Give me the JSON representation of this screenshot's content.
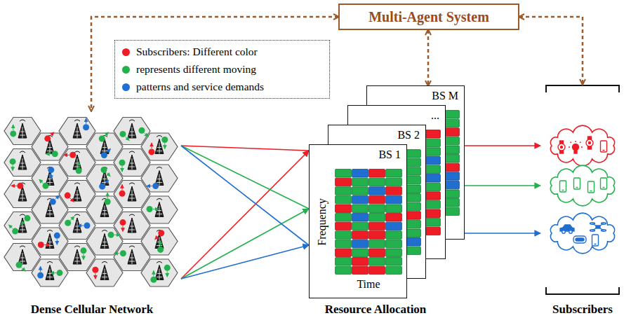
{
  "diagram": {
    "nodes": [
      {
        "text": [
          "Multi-Agent System"
        ]
      },
      {
        "text": [
          "Dense Cellular Network"
        ]
      },
      {
        "text": [
          "Resource Allocation"
        ]
      },
      {
        "text": [
          "BS M"
        ],
        "in": 2
      },
      {
        "text": [
          "..."
        ],
        "in": 2
      },
      {
        "text": [
          "BS 2"
        ],
        "in": 2
      },
      {
        "text": [
          "BS 1",
          "Frequency",
          "Time"
        ],
        "in": 2
      },
      {
        "text": [
          "Subscribers"
        ]
      }
    ],
    "edges": [
      {
        "from": 0,
        "to": 1,
        "arrow": "both"
      },
      {
        "from": 0,
        "to": 2,
        "arrow": "both"
      },
      {
        "from": 0,
        "to": 7,
        "arrow": "both"
      },
      {
        "from": 1,
        "to": 2,
        "arrow": "to"
      },
      {
        "from": 1,
        "to": 2,
        "arrow": "to"
      },
      {
        "from": 1,
        "to": 2,
        "arrow": "to"
      },
      {
        "from": 2,
        "to": 7,
        "arrow": "to"
      },
      {
        "from": 2,
        "to": 7,
        "arrow": "to"
      },
      {
        "from": 2,
        "to": 7,
        "arrow": "to"
      }
    ],
    "legend": [
      {
        "text": "Subscribers: Different color",
        "color": "#ee1c25"
      },
      {
        "text": "represents different moving",
        "color": "#22b14c"
      },
      {
        "text": "patterns and service demands",
        "color": "#1f6fd1"
      }
    ]
  }
}
